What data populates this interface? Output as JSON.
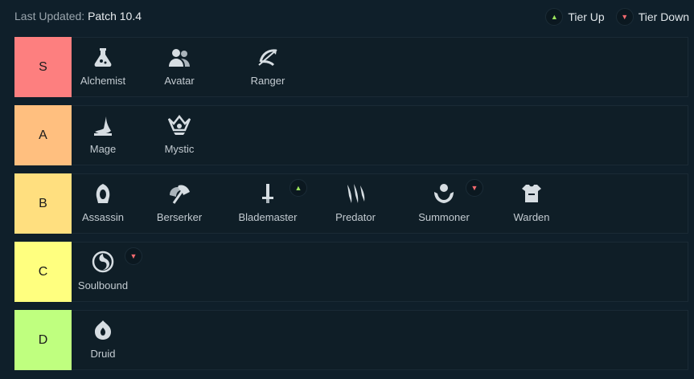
{
  "header": {
    "last_updated_label": "Last Updated:",
    "patch": "Patch 10.4",
    "legend": {
      "tier_up": "Tier Up",
      "tier_down": "Tier Down"
    }
  },
  "tiers": [
    {
      "label": "S",
      "color": "#fd7f7f",
      "traits": [
        {
          "name": "Alchemist",
          "icon": "potion-flask-icon"
        },
        {
          "name": "Avatar",
          "icon": "two-people-icon"
        },
        {
          "name": "Ranger",
          "icon": "bow-arrow-icon"
        }
      ]
    },
    {
      "label": "A",
      "color": "#ffbf7f",
      "traits": [
        {
          "name": "Mage",
          "icon": "wizard-hat-icon"
        },
        {
          "name": "Mystic",
          "icon": "crown-eye-icon"
        }
      ]
    },
    {
      "label": "B",
      "color": "#ffdf7f",
      "traits": [
        {
          "name": "Assassin",
          "icon": "hooded-figure-icon"
        },
        {
          "name": "Berserker",
          "icon": "axe-icon"
        },
        {
          "name": "Blademaster",
          "icon": "sword-icon",
          "change": "up"
        },
        {
          "name": "Predator",
          "icon": "claw-marks-icon"
        },
        {
          "name": "Summoner",
          "icon": "summoning-hands-icon",
          "change": "down"
        },
        {
          "name": "Warden",
          "icon": "armor-chest-icon"
        }
      ]
    },
    {
      "label": "C",
      "color": "#ffff7f",
      "traits": [
        {
          "name": "Soulbound",
          "icon": "swirl-icon",
          "change": "down"
        }
      ]
    },
    {
      "label": "D",
      "color": "#bfff7f",
      "traits": [
        {
          "name": "Druid",
          "icon": "leaf-flame-icon"
        }
      ]
    }
  ],
  "colors": {
    "background": "#0f1f2a",
    "tier_up": "#9be35c",
    "tier_down": "#f26a6f"
  }
}
